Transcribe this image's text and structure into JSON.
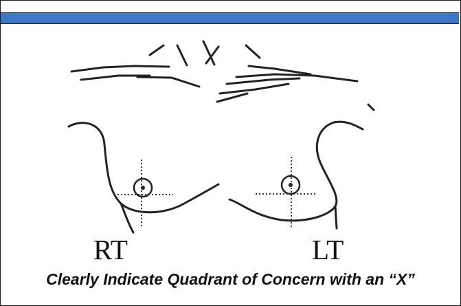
{
  "diagram": {
    "right_label": "RT",
    "left_label": "LT"
  },
  "instruction": "Clearly Indicate Quadrant of Concern with an “X”",
  "colors": {
    "header_bar": "#3e78c4",
    "line": "#222222"
  }
}
